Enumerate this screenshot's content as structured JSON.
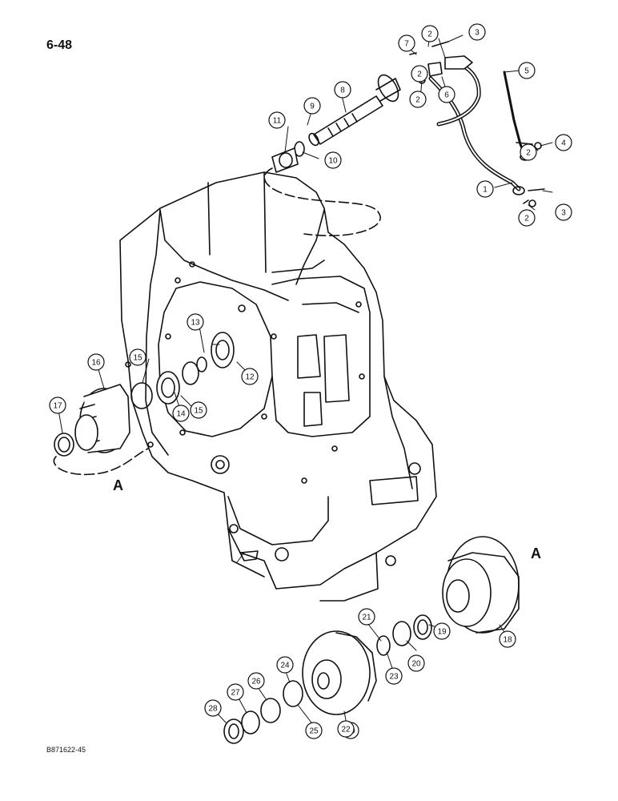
{
  "page_label": "6-48",
  "figure_code": "B871622-45",
  "view_ref": "A",
  "line_color": "#111111",
  "callout_numbers": [
    "1",
    "2",
    "2",
    "2",
    "2",
    "2",
    "3",
    "3",
    "4",
    "5",
    "6",
    "7",
    "8",
    "9",
    "10",
    "11",
    "12",
    "13",
    "14",
    "15",
    "15",
    "16",
    "17",
    "18",
    "19",
    "20",
    "20",
    "21",
    "22",
    "23",
    "24",
    "25",
    "26",
    "27",
    "28"
  ]
}
